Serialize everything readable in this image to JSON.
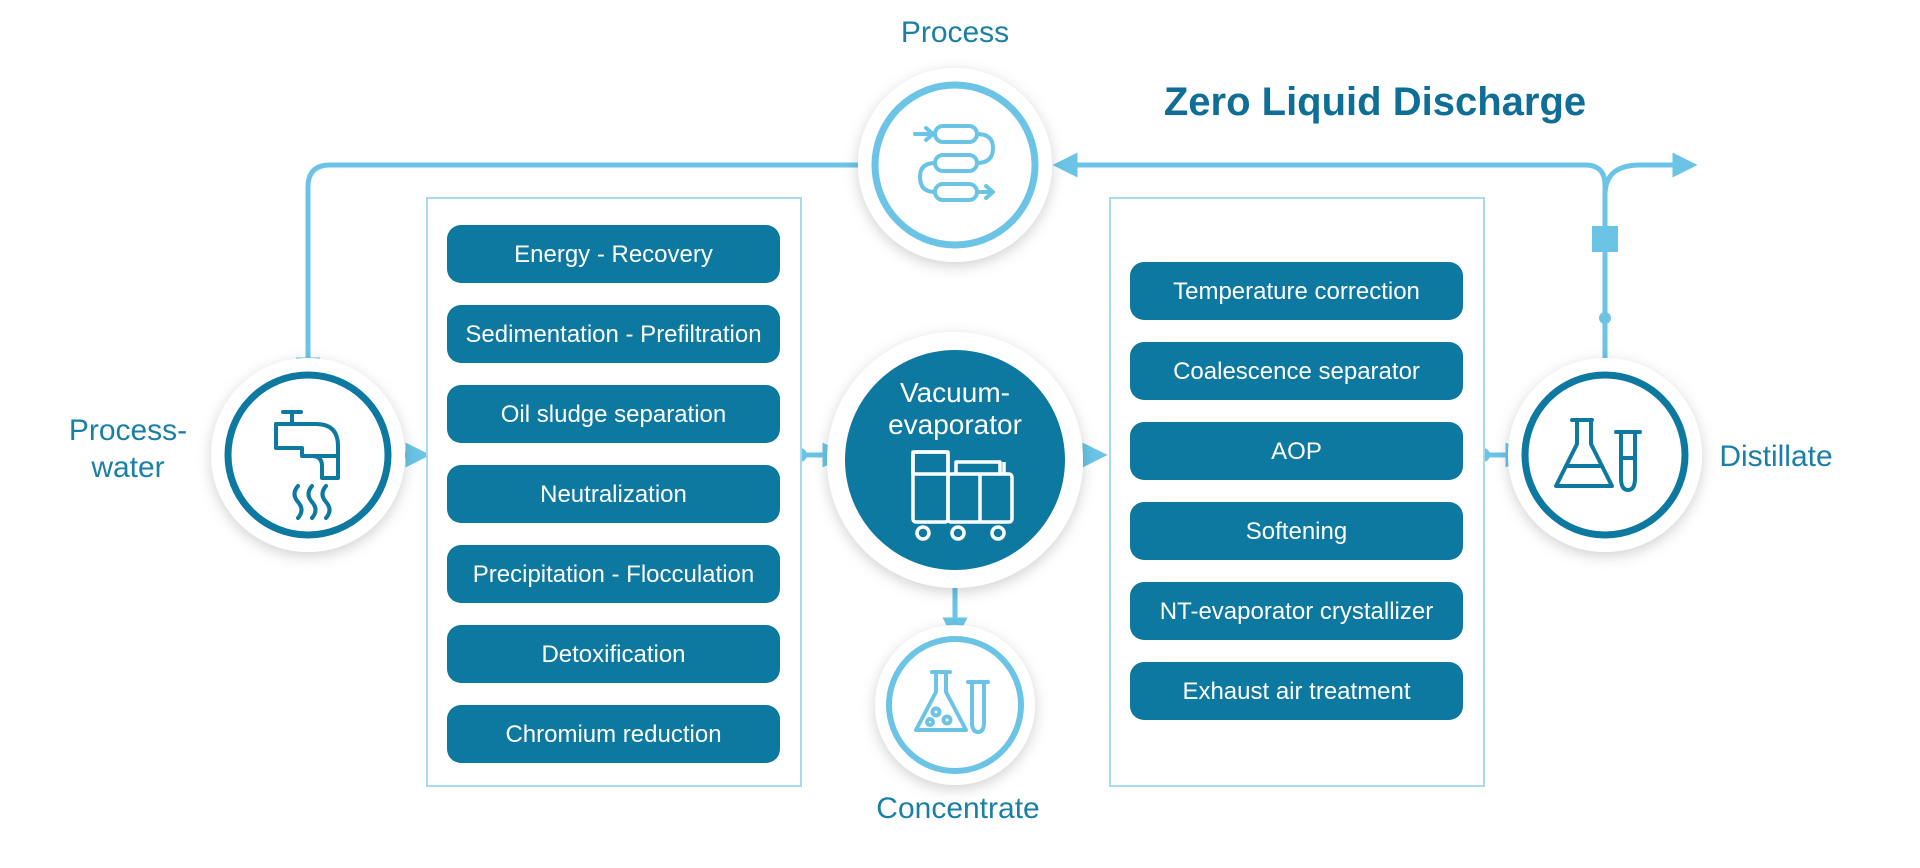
{
  "title": "Zero Liquid Discharge",
  "labels": {
    "process": "Process",
    "process_water_line1": "Process-",
    "process_water_line2": "water",
    "distillate": "Distillate",
    "concentrate": "Concentrate",
    "evaporator_line1": "Vacuum-",
    "evaporator_line2": "evaporator"
  },
  "pretreatment": [
    "Energy - Recovery",
    "Sedimentation - Prefiltration",
    "Oil sludge separation",
    "Neutralization",
    "Precipitation - Flocculation",
    "Detoxification",
    "Chromium reduction"
  ],
  "posttreatment": [
    "Temperature correction",
    "Coalescence separator",
    "AOP",
    "Softening",
    "NT-evaporator crystallizer",
    "Exhaust air treatment"
  ],
  "colors": {
    "dark": "#0d78a0",
    "light": "#6bc4e6",
    "panel_border": "#a8d9ee",
    "text": "#1a7fa6"
  },
  "icons": {
    "process": "process-loop-icon",
    "process_water": "faucet-hot-water-icon",
    "evaporator": "vacuum-evaporator-machine-icon",
    "concentrate": "flask-concentrate-icon",
    "distillate": "flask-test-tube-icon"
  }
}
